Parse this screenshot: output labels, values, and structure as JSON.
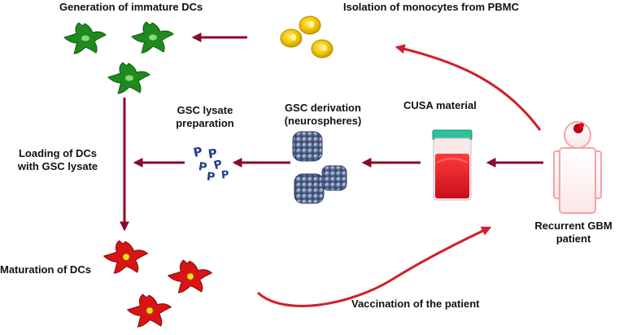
{
  "labels": {
    "generation": "Generation of immature DCs",
    "isolation": "Isolation of monocytes from PBMC",
    "gsc_lysate_line1": "GSC lysate",
    "gsc_lysate_line2": "preparation",
    "gsc_derivation_line1": "GSC derivation",
    "gsc_derivation_line2": "(neurospheres)",
    "cusa": "CUSA material",
    "loading_line1": "Loading of DCs",
    "loading_line2": "with GSC lysate",
    "maturation": "Maturation of DCs",
    "patient_line1": "Recurrent GBM",
    "patient_line2": "patient",
    "vaccination": "Vaccination of the patient"
  },
  "colors": {
    "arrow": "#8b0a2a",
    "curved_arrow": "#d01f2a",
    "immature_dc": "#1f8a1f",
    "mature_dc": "#d81414",
    "monocyte": "#f2c400",
    "sphere": "#5b6f9a",
    "lysate": "#1d3f8a",
    "patient_outline": "#f4a3a8"
  },
  "icons": [
    "immature-dc-icon",
    "monocyte-icon",
    "lysate-icon",
    "neurosphere-icon",
    "tube-icon",
    "patient-icon",
    "mature-dc-icon"
  ]
}
